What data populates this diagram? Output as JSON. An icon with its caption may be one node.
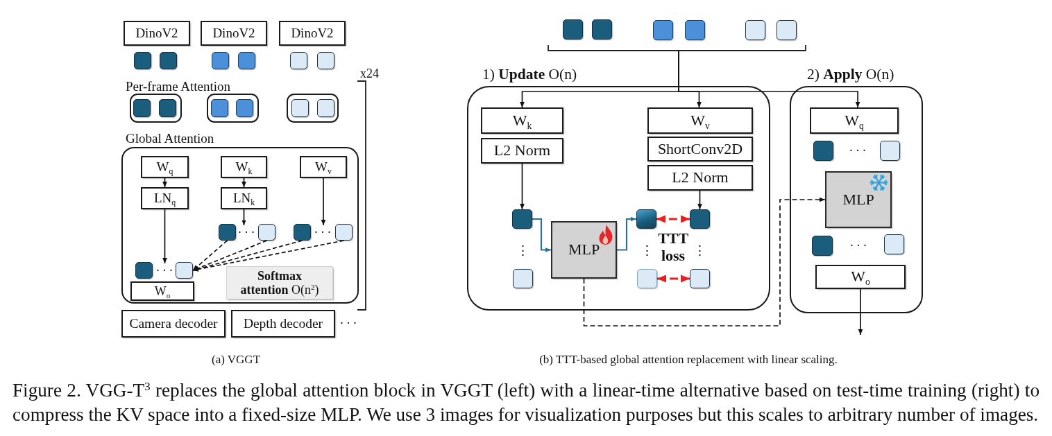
{
  "diagram": {
    "caption": "Figure 2. VGG-T$^{3}$ replaces the global attention block in VGGT (left) with a linear-time alternative based on test-time training (right) to compress the KV space into a fixed-size MLP. We use 3 images for visualization purposes but this scales to arbitrary number of images.",
    "nodes": [
      {
        "text": [
          "DinoV2"
        ]
      },
      {
        "text": [
          "DinoV2"
        ]
      },
      {
        "text": [
          "DinoV2"
        ]
      },
      {
        "text": [],
        "shape": "box"
      },
      {
        "text": [],
        "shape": "box"
      },
      {
        "text": [],
        "shape": "box"
      },
      {
        "text": [],
        "shape": "box"
      },
      {
        "text": [],
        "shape": "box"
      },
      {
        "text": [],
        "shape": "box"
      },
      {
        "text": [],
        "shape": "box"
      },
      {
        "text": [],
        "shape": "box",
        "in": 9
      },
      {
        "text": [],
        "shape": "box",
        "in": 9
      },
      {
        "text": [],
        "shape": "box"
      },
      {
        "text": [],
        "shape": "box",
        "in": 12
      },
      {
        "text": [],
        "shape": "box",
        "in": 12
      },
      {
        "text": [],
        "shape": "box"
      },
      {
        "text": [],
        "shape": "box",
        "in": 15
      },
      {
        "text": [],
        "shape": "box",
        "in": 15
      },
      {
        "text": [
          "Global Attention"
        ]
      },
      {
        "text": [
          "W$_{q}$"
        ],
        "in": 18
      },
      {
        "text": [
          "W$_{k}$"
        ],
        "in": 18
      },
      {
        "text": [
          "W$_{v}$"
        ],
        "in": 18
      },
      {
        "text": [
          "LN$_{q}$"
        ],
        "in": 18
      },
      {
        "text": [
          "LN$_{k}$"
        ],
        "in": 18
      },
      {
        "text": [],
        "shape": "box",
        "in": 18
      },
      {
        "text": [
          "···"
        ],
        "in": 18
      },
      {
        "text": [],
        "shape": "box",
        "in": 18
      },
      {
        "text": [],
        "shape": "box",
        "in": 18
      },
      {
        "text": [
          "···"
        ],
        "in": 18
      },
      {
        "text": [],
        "shape": "box",
        "in": 18
      },
      {
        "text": [
          "**Softmax attention** O(n$^{2}$)"
        ],
        "in": 18
      },
      {
        "text": [],
        "shape": "box",
        "in": 18
      },
      {
        "text": [
          "···"
        ],
        "in": 18
      },
      {
        "text": [],
        "shape": "box",
        "in": 18
      },
      {
        "text": [
          "W$_{o}$"
        ],
        "in": 18
      },
      {
        "text": [
          "Camera decoder"
        ]
      },
      {
        "text": [
          "Depth decoder"
        ]
      },
      {
        "text": [],
        "shape": "box"
      },
      {
        "text": [],
        "shape": "box"
      },
      {
        "text": [],
        "shape": "box"
      },
      {
        "text": [],
        "shape": "box"
      },
      {
        "text": [],
        "shape": "box"
      },
      {
        "text": [],
        "shape": "box"
      },
      {
        "text": [],
        "shape": "bracket"
      },
      {
        "text": [
          "1) **Update** O(n)"
        ]
      },
      {
        "text": [
          "W$_{k}$"
        ],
        "in": 44
      },
      {
        "text": [
          "L2 Norm"
        ],
        "in": 44
      },
      {
        "text": [
          "W$_{v}$"
        ],
        "in": 44
      },
      {
        "text": [
          "ShortConv2D"
        ],
        "in": 44
      },
      {
        "text": [
          "L2 Norm"
        ],
        "in": 44
      },
      {
        "text": [],
        "shape": "box",
        "in": 44
      },
      {
        "text": [],
        "shape": "box",
        "in": 44
      },
      {
        "text": [
          "MLP"
        ],
        "in": 44
      },
      {
        "text": [],
        "shape": "box",
        "in": 44
      },
      {
        "text": [],
        "shape": "box",
        "in": 44
      },
      {
        "text": [],
        "shape": "box",
        "in": 44
      },
      {
        "text": [],
        "shape": "box",
        "in": 44
      },
      {
        "text": [
          "2) **Apply** O(n)"
        ]
      },
      {
        "text": [
          "W$_{q}$"
        ],
        "in": 57
      },
      {
        "text": [],
        "shape": "box",
        "in": 57
      },
      {
        "text": [],
        "shape": "box",
        "in": 57
      },
      {
        "text": [
          "MLP"
        ],
        "in": 57
      },
      {
        "text": [],
        "shape": "box",
        "in": 57
      },
      {
        "text": [],
        "shape": "box",
        "in": 57
      },
      {
        "text": [
          "W$_{o}$"
        ],
        "in": 57
      }
    ],
    "edges": [
      {
        "from": 19,
        "to": 22,
        "arrow": "to"
      },
      {
        "from": 20,
        "to": 23,
        "arrow": "to"
      },
      {
        "from": 23,
        "to": 25,
        "arrow": "to"
      },
      {
        "from": 21,
        "to": 28,
        "arrow": "to"
      },
      {
        "from": 22,
        "to": 32,
        "arrow": "to"
      },
      {
        "from": 24,
        "to": 33,
        "arrow": "to",
        "style": "dashed"
      },
      {
        "from": 26,
        "to": 33,
        "arrow": "to",
        "style": "dashed"
      },
      {
        "from": 27,
        "to": 33,
        "arrow": "to",
        "style": "dashed"
      },
      {
        "from": 29,
        "to": 33,
        "arrow": "to",
        "style": "dashed"
      },
      {
        "from": 43,
        "to": 45,
        "arrow": "to"
      },
      {
        "from": 43,
        "to": 47,
        "arrow": "to"
      },
      {
        "from": 43,
        "to": 58,
        "arrow": "to"
      },
      {
        "from": 46,
        "to": 50,
        "arrow": "to"
      },
      {
        "from": 49,
        "to": 55,
        "arrow": "to"
      },
      {
        "from": 50,
        "to": 52,
        "arrow": "to",
        "color": "#2d6f97"
      },
      {
        "from": 52,
        "to": 53,
        "arrow": "to",
        "color": "#2d6f97"
      },
      {
        "from": 53,
        "to": 55,
        "arrow": "both",
        "style": "dashed",
        "color": "#ee1c1c"
      },
      {
        "from": 54,
        "to": 56,
        "arrow": "both",
        "style": "dashed",
        "color": "#ee1c1c"
      },
      {
        "from": 52,
        "to": 61,
        "arrow": "to",
        "style": "dashed"
      },
      {
        "from": 64,
        "to": null,
        "arrow": "to"
      }
    ],
    "labels": [
      "x24",
      "Per-frame Attention",
      "···",
      "⋮",
      "⋮",
      "TTT loss",
      "⋮",
      "···",
      "···",
      "(a) VGGT",
      "(b) TTT-based global attention replacement with linear scaling."
    ]
  }
}
